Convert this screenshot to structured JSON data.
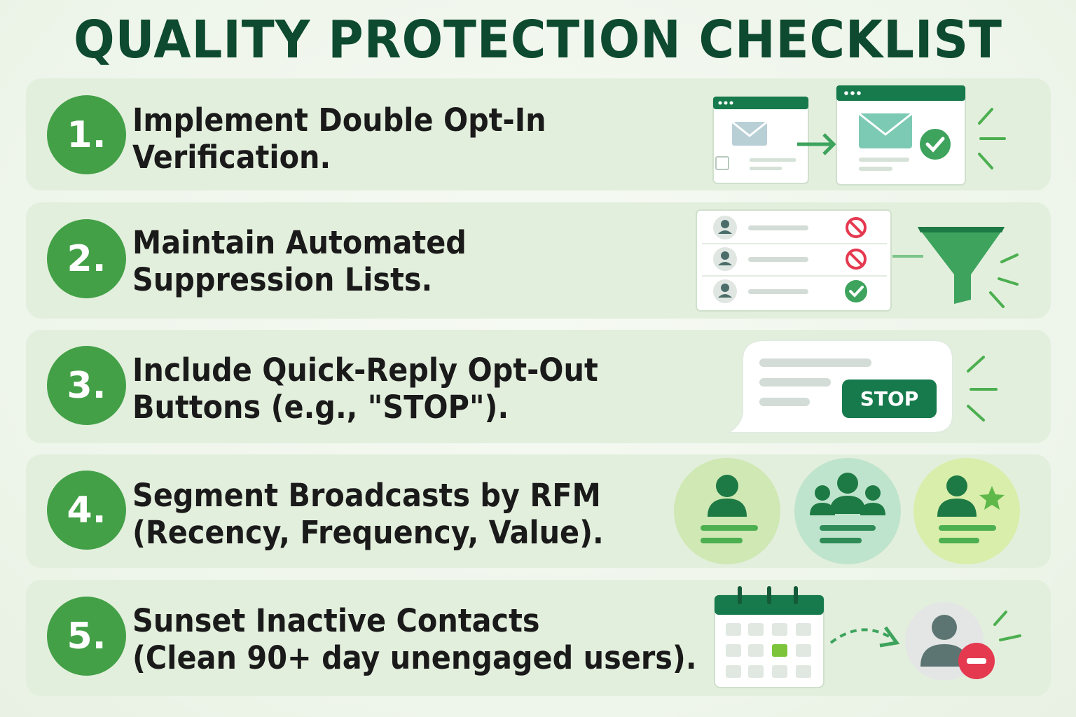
{
  "title": "QUALITY PROTECTION CHECKLIST",
  "items": [
    {
      "number": "1.",
      "line1": "Implement Double Opt-In",
      "line2": "Verification."
    },
    {
      "number": "2.",
      "line1": "Maintain Automated",
      "line2": "Suppression Lists."
    },
    {
      "number": "3.",
      "line1": "Include Quick-Reply Opt-Out",
      "line2": "Buttons (e.g., \"STOP\")."
    },
    {
      "number": "4.",
      "line1": "Segment Broadcasts by RFM",
      "line2": "(Recency, Frequency, Value)."
    },
    {
      "number": "5.",
      "line1": "Sunset Inactive Contacts",
      "line2": "(Clean 90+ day unengaged users)."
    }
  ],
  "stop_label": "STOP",
  "icons": {
    "item1": [
      "signup-form-icon",
      "arrow-right-icon",
      "confirmed-email-icon",
      "checkmark-icon",
      "burst-icon"
    ],
    "item2": [
      "contact-list-icon",
      "blocked-icon",
      "approved-icon",
      "filter-funnel-icon"
    ],
    "item3": [
      "chat-bubble-icon",
      "stop-button"
    ],
    "item4": [
      "single-user-icon",
      "group-users-icon",
      "vip-user-icon"
    ],
    "item5": [
      "calendar-icon",
      "dashed-arrow-icon",
      "remove-user-icon"
    ]
  },
  "colors": {
    "title": "#0d4a2f",
    "badge": "#43a047",
    "row_bg": "#e3efdd",
    "accent_dark": "#167a4c",
    "block_red": "#e53950"
  }
}
